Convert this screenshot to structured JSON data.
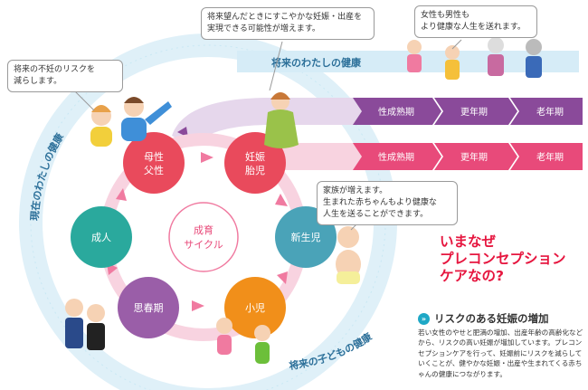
{
  "callouts": {
    "infertility": "将来の不妊のリスクを\n減らします。",
    "pregnancy": "将来望んだときにすこやかな妊娠・出産を\n実現できる可能性が増えます。",
    "both_sexes": "女性も男性も\nより健康な人生を送れます。",
    "family": "家族が増えます。\n生まれた赤ちゃんもより健康な\n人生を送ることができます。"
  },
  "bands": {
    "future_health": "将来のわたしの健康",
    "current_health": "現在のわたしの健康",
    "child_health": "将来の子どもの健康"
  },
  "cycle": {
    "center_line1": "成育",
    "center_line2": "サイクル",
    "nodes": {
      "parent_line1": "母性",
      "parent_line2": "父性",
      "pregnancy_line1": "妊娠",
      "pregnancy_line2": "胎児",
      "newborn": "新生児",
      "child": "小児",
      "adolescence": "思春期",
      "adult": "成人"
    }
  },
  "stages": {
    "row1": [
      "性成熟期",
      "更年期",
      "老年期"
    ],
    "row2": [
      "性成熟期",
      "更年期",
      "老年期"
    ]
  },
  "question": "いまなぜ\nプレコンセプション\nケアなの?",
  "risk": {
    "mark": "»",
    "title": "リスクのある妊娠の増加",
    "body": "若い女性のやせと肥満の増加、出産年齢の高齢化などから、リスクの高い妊娠が増加しています。プレコンセプションケアを行って、妊娠前にリスクを減らしていくことが、健やかな妊娠・出産や生まれてくる赤ちゃんの健康につながります。"
  },
  "colors": {
    "ring": "#dff0f8",
    "ring_dark": "#8fd0ea",
    "purple": "#8a4a9a",
    "pink": "#e84a7a",
    "pink_light": "#f5c0d4",
    "node_red": "#e94a5c",
    "node_teal": "#2aa99d",
    "node_blue": "#4aa3b8",
    "node_orange": "#f18f1a",
    "node_violet": "#9a5ea8",
    "accent": "#e6163f"
  }
}
